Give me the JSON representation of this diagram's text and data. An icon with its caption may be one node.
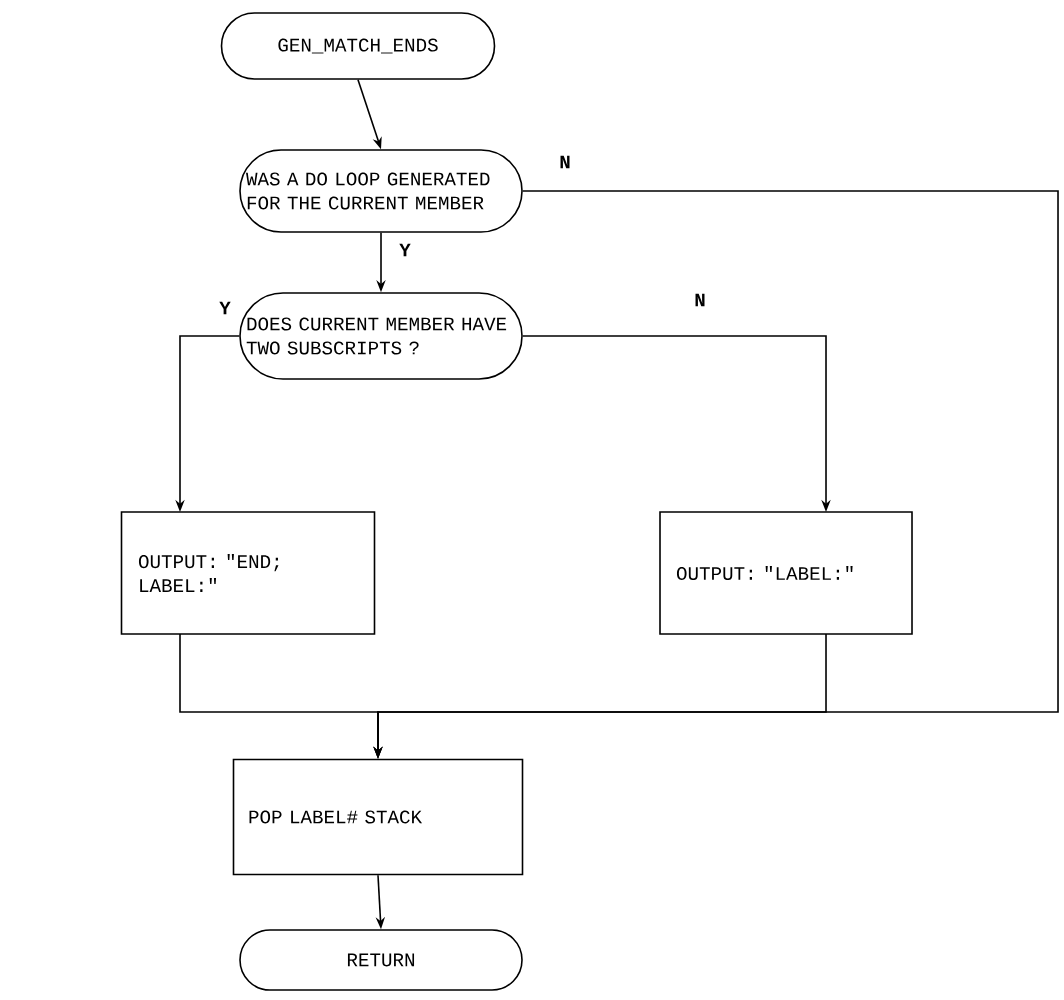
{
  "diagram": {
    "nodes": [
      {
        "text": [
          "GEN_MATCH_ENDS"
        ]
      },
      {
        "text": [
          "WAS A DO LOOP GENERATED FOR THE CURRENT MEMBER"
        ]
      },
      {
        "text": [
          "DOES CURRENT MEMBER HAVE TWO SUBSCRIPTS ?"
        ]
      },
      {
        "text": [
          "OUTPUT: \"END; LABEL:\""
        ]
      },
      {
        "text": [
          "OUTPUT: \"LABEL:\""
        ]
      },
      {
        "text": [
          "POP LABEL# STACK"
        ]
      },
      {
        "text": [
          "RETURN"
        ]
      }
    ],
    "edges": [
      {
        "from": 0,
        "to": 1,
        "arrow": "to"
      },
      {
        "from": 1,
        "to": 2,
        "arrow": "to",
        "label": "Y"
      },
      {
        "from": 1,
        "to": 5,
        "arrow": "to",
        "label": "N"
      },
      {
        "from": 2,
        "to": 3,
        "arrow": "to",
        "label": "Y"
      },
      {
        "from": 2,
        "to": 4,
        "arrow": "to",
        "label": "N"
      },
      {
        "from": 3,
        "to": 5,
        "arrow": "to"
      },
      {
        "from": 4,
        "to": 5,
        "arrow": "to"
      },
      {
        "from": 5,
        "to": 6,
        "arrow": "to"
      }
    ]
  }
}
